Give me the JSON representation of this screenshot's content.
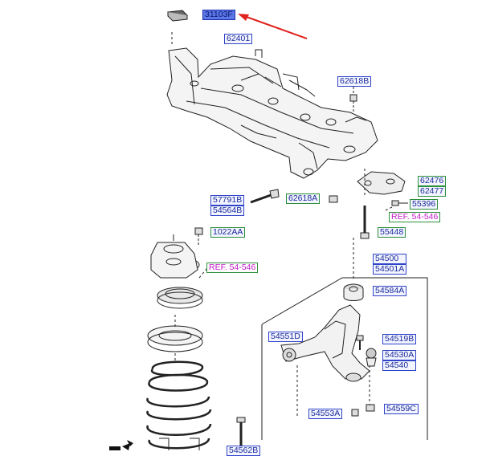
{
  "labels": {
    "p31103F": "31103F",
    "p62401": "62401",
    "p62618B": "62618B",
    "p62476": "62476",
    "p62477": "62477",
    "p55396": "55396",
    "p57791B": "57791B",
    "p54564B": "54564B",
    "p62618A": "62618A",
    "ref1": "REF. 54-546",
    "p55448": "55448",
    "p1022AA": "1022AA",
    "ref2": "REF. 54-546",
    "p54500": "54500",
    "p54501A": "54501A",
    "p54584A": "54584A",
    "p54551D": "54551D",
    "p54519B": "54519B",
    "p54530A": "54530A",
    "p54540": "54540",
    "p54553A": "54553A",
    "p54559C": "54559C",
    "p54562B": "54562B"
  },
  "colors": {
    "label_text": "#1a2a9a",
    "label_border_blue": "#2f44c8",
    "label_border_green": "#2c8f3a",
    "ref_text": "#c21bc8",
    "highlight_fill": "#5b78e6",
    "arrow": "#e0221e",
    "part_line": "#222222"
  },
  "icons": {
    "pointer": "arrow-icon",
    "corner": "move-cursor-icon"
  }
}
